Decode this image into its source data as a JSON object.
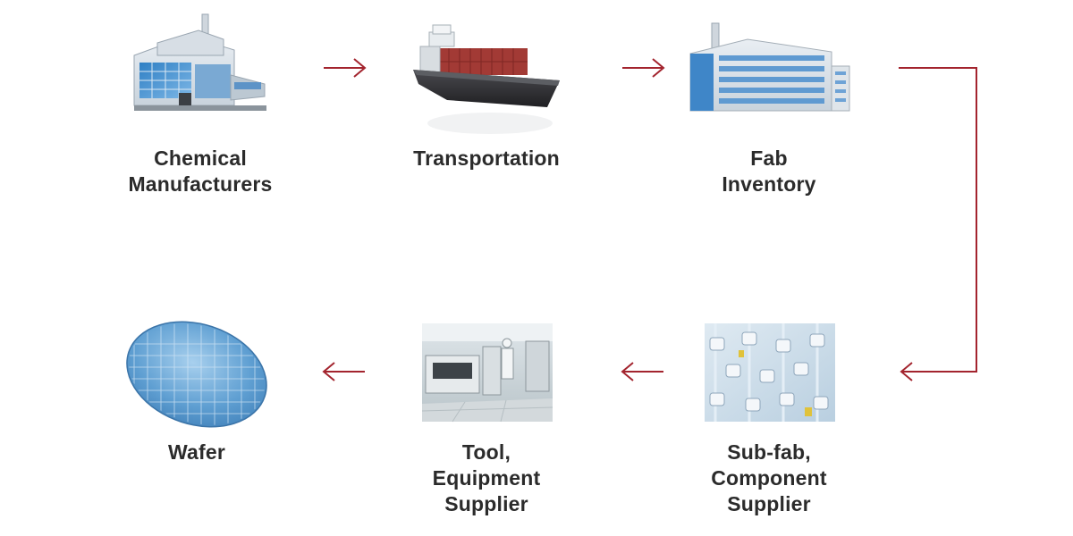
{
  "colors": {
    "arrow": "#a3242e",
    "label_text": "#2b2b2b",
    "building_blue": "#3f86c8",
    "wafer_blue": "#6ea9d6",
    "ship_hull": "#2f2f33",
    "container_red": "#a23a35"
  },
  "nodes": [
    {
      "id": "chemical-manufacturers",
      "icon": "factory-icon",
      "label_lines": [
        "Chemical",
        "Manufacturers"
      ]
    },
    {
      "id": "transportation",
      "icon": "cargo-ship-icon",
      "label_lines": [
        "Transportation"
      ]
    },
    {
      "id": "fab-inventory",
      "icon": "fab-building-icon",
      "label_lines": [
        "Fab",
        "Inventory"
      ]
    },
    {
      "id": "sub-fab-component-supplier",
      "icon": "valve-components-icon",
      "label_lines": [
        "Sub-fab,",
        "Component",
        "Supplier"
      ]
    },
    {
      "id": "tool-equipment-supplier",
      "icon": "cleanroom-equipment-icon",
      "label_lines": [
        "Tool,",
        "Equipment",
        "Supplier"
      ]
    },
    {
      "id": "wafer",
      "icon": "wafer-icon",
      "label_lines": [
        "Wafer"
      ]
    }
  ],
  "edges": [
    {
      "from": "chemical-manufacturers",
      "to": "transportation"
    },
    {
      "from": "transportation",
      "to": "fab-inventory"
    },
    {
      "from": "fab-inventory",
      "to": "sub-fab-component-supplier"
    },
    {
      "from": "sub-fab-component-supplier",
      "to": "tool-equipment-supplier"
    },
    {
      "from": "tool-equipment-supplier",
      "to": "wafer"
    }
  ]
}
